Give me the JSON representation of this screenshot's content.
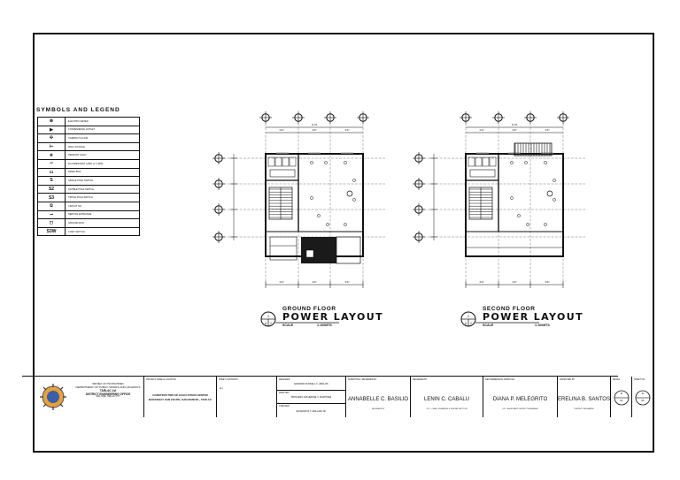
{
  "legend": {
    "title": "SYMBOLS AND LEGEND",
    "items": [
      {
        "icon": "electric-meter-icon",
        "glyph": "⊗",
        "label": "ELECTRIC METER"
      },
      {
        "icon": "convenience-outlet-icon",
        "glyph": "▶",
        "label": "CONVENIENCE OUTLET"
      },
      {
        "icon": "compact-fluorescent-icon",
        "glyph": "✣",
        "label": "COMPACT FLUOR"
      },
      {
        "icon": "wall-sconce-icon",
        "glyph": "⊢",
        "label": "WALL SCONCE"
      },
      {
        "icon": "pendant-light-icon",
        "glyph": "✳",
        "label": "PENDANT LIGHT"
      },
      {
        "icon": "fluorescent-lamp-icon",
        "glyph": "═",
        "label": "FLUORESCENT LAMP (1 X 40W)"
      },
      {
        "icon": "panel-box-icon",
        "glyph": "▭",
        "label": "PANEL BOX"
      },
      {
        "icon": "single-pole-switch-icon",
        "glyph": "S",
        "label": "SINGLE POLE SWITCH"
      },
      {
        "icon": "double-pole-switch-icon",
        "glyph": "S2",
        "label": "DOUBLE POLE SWITCH"
      },
      {
        "icon": "triple-pole-switch-icon",
        "glyph": "S3",
        "label": "TRIPLE POLE SWITCH"
      },
      {
        "icon": "circuit-no-icon",
        "glyph": "①",
        "label": "CIRCUIT NO."
      },
      {
        "icon": "service-entrance-icon",
        "glyph": "⊸",
        "label": "SERVICE ENTRANCE"
      },
      {
        "icon": "ground-rod-icon",
        "glyph": "◻",
        "label": "GROUND ROD"
      },
      {
        "icon": "three-way-switch-icon",
        "glyph": "S3W",
        "label": "3 WAY SWITCH"
      }
    ]
  },
  "ground_floor": {
    "label": "GROUND FLOOR",
    "title": "POWER LAYOUT",
    "scale_label": "SCALE",
    "scale_value": "1:100MTS",
    "mark_top": "1",
    "mark_bottom_left": "A",
    "mark_bottom_right": "2",
    "dims_top": [
      "11.00",
      "3.67",
      "3.67",
      "3.67"
    ],
    "dims_bottom": [
      "3.67",
      "3.67",
      "3.67"
    ]
  },
  "second_floor": {
    "label": "SECOND FLOOR",
    "title": "POWER LAYOUT",
    "scale_label": "SCALE",
    "scale_value": "1:100MTS",
    "mark_top": "1",
    "mark_bottom_left": "A",
    "mark_bottom_right": "2",
    "dims_top": [
      "11.00",
      "3.67",
      "3.67",
      "3.67"
    ],
    "dims_bottom": [
      "3.67",
      "3.67",
      "3.67"
    ]
  },
  "title_block": {
    "agency_line1": "REPUBLIC OF THE PHILIPPINES",
    "agency_line2": "DEPARTMENT OF PUBLIC WORKS AND HIGHWAYS",
    "agency_line3": "TARLAC 1st",
    "agency_line4": "DISTRICT ENGINEERING OFFICE",
    "agency_line5": "SAN JOSE, TARLAC CITY",
    "project_caption": "PROJECT NAME & LOCATION",
    "project_line1": "CONSTRUCTION OF EVACUATION CENTER",
    "project_line2": "BARANGAY SAN FELIPE, SAN MANUEL, TARLAC",
    "sheet_contents_caption": "SHEET CONTENTS",
    "sheet_contents_value": "E-1",
    "designed_caption": "DESIGNED",
    "designer_name": "EDWARD RUSSELL C. ABALOS",
    "drafted_caption": "DRAFTED",
    "drafter_name": "PRINCESS KATHERINE V. MARTINEZ",
    "checked_caption": "CHECKED",
    "checker_name": "EUGENIO R.T. MALLARI JR.",
    "submitted_caption": "SUBMITTED / REVIEWED BY",
    "submitted_name": "ANNABELLE C. BASILIO",
    "submitted_title": "ENGINEER III",
    "reviewed_caption": "REVIEWED BY",
    "reviewed_name": "LENIN C. CABALU",
    "reviewed_title": "OIC - CHIEF, PLANNING & DESIGN SECTION",
    "recommended_caption": "RECOMMENDING APPROVAL",
    "recommended_name": "DIANA P. MELEGRITO",
    "recommended_title": "OIC - ASSISTANT DISTRICT ENGINEER",
    "approved_caption": "APPROVED BY",
    "approved_name": "ERELINA B. SANTOS",
    "approved_title": "DISTRICT ENGINEER",
    "detail_caption": "DETAIL",
    "sheet_caption": "SHEET NO.",
    "detail_top": "E",
    "detail_bottom": "01",
    "sheet_top": "E",
    "sheet_bottom": "01"
  }
}
